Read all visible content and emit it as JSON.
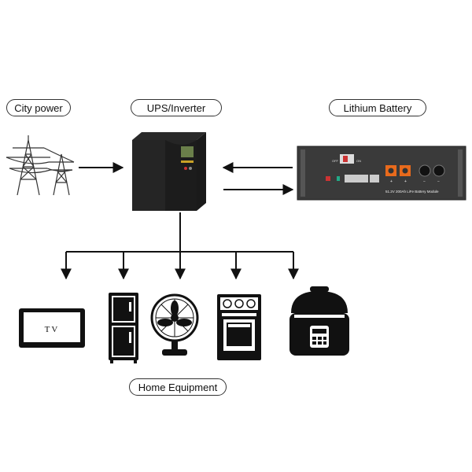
{
  "labels": {
    "city_power": "City power",
    "ups_inverter": "UPS/Inverter",
    "lithium_battery": "Lithium Battery",
    "home_equipment": "Home Equipment"
  },
  "tv": {
    "text": "TV"
  },
  "battery": {
    "module_text": "51.2V 200Ah LiFe Battery Module",
    "breaker_off": "OFF",
    "breaker_on": "ON"
  },
  "icons": {
    "city_power": "transmission-tower-icon",
    "ups": "ups-inverter-icon",
    "battery": "battery-module-icon",
    "tv": "tv-icon",
    "fridge": "refrigerator-icon",
    "fan": "desk-fan-icon",
    "oven": "oven-icon",
    "cooker": "rice-cooker-icon"
  },
  "colors": {
    "ink": "#111111",
    "terminal": "#e86a1c",
    "ups_screen": "#6a7f4a",
    "battery_body": "#3a3a3a"
  }
}
